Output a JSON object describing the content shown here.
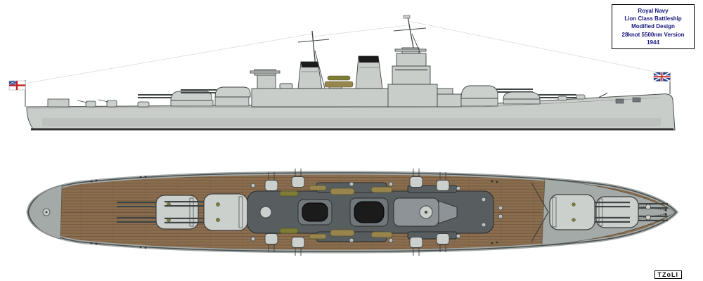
{
  "header": {
    "title_box": {
      "lines": [
        "Royal Navy",
        "Lion Class Battleship",
        "Modified Design",
        "28knot 5500nm Version",
        "1944"
      ]
    }
  },
  "footer": {
    "signature": "TZoLI"
  },
  "colors": {
    "hull": "#c9cdca",
    "hull_outline": "#4a4f4f",
    "superstructure": "#585e60",
    "deck_wood": "#8b6e4f",
    "plank_line": "#6a5138",
    "deck_gray": "#a4aaa8",
    "funnel": "#1b1b1b",
    "casing": "#70777a",
    "boat_khaki": "#97854d",
    "boat_olive": "#7d7d33",
    "turret": "#ccd0cd",
    "metal": "#3f4444",
    "waterline": "#2f2f2f",
    "flag_red": "#c22020",
    "flag_blue": "#20408f",
    "text_navy": "#15157d"
  }
}
